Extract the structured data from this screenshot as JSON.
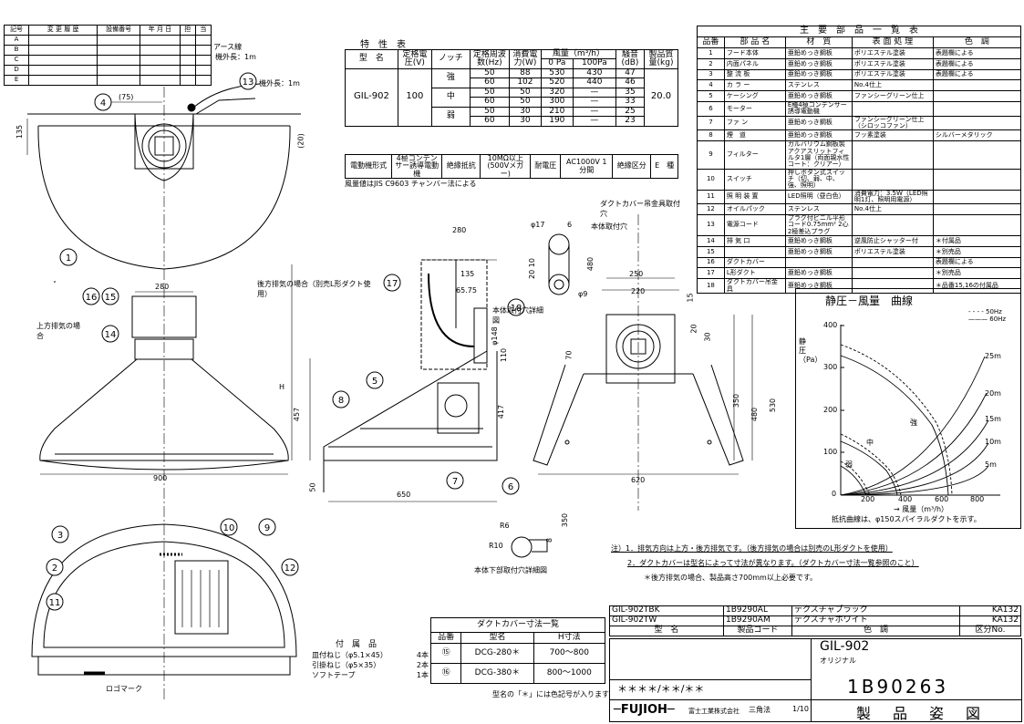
{
  "rev_table": {
    "headers": [
      "記号",
      "変 更 履 歴",
      "設備番号",
      "年 月 日",
      "担",
      "当"
    ],
    "marks": [
      "A",
      "B",
      "C",
      "D",
      "E"
    ]
  },
  "spec": {
    "title": "特　性　表",
    "h": {
      "model": "型　名",
      "voltage": "定格電圧(V)",
      "notch": "ノッチ",
      "freq": "定格周波数(Hz)",
      "power": "消費電力(W)",
      "airflow": "風量（m³/h）",
      "airflow_sub": [
        "0 Pa",
        "100Pa"
      ],
      "noise": "騒音(dB)",
      "mass": "製品質量(kg)"
    },
    "model": "GIL-902",
    "voltage": "100",
    "mass": "20.0",
    "rows": [
      {
        "notch": "強",
        "hz": "50",
        "w": "88",
        "a0": "530",
        "a100": "430",
        "db": "47"
      },
      {
        "notch": "",
        "hz": "60",
        "w": "102",
        "a0": "520",
        "a100": "440",
        "db": "46"
      },
      {
        "notch": "中",
        "hz": "50",
        "w": "50",
        "a0": "320",
        "a100": "—",
        "db": "35"
      },
      {
        "notch": "",
        "hz": "60",
        "w": "50",
        "a0": "300",
        "a100": "—",
        "db": "33"
      },
      {
        "notch": "弱",
        "hz": "50",
        "w": "30",
        "a0": "210",
        "a100": "—",
        "db": "25"
      },
      {
        "notch": "",
        "hz": "60",
        "w": "30",
        "a0": "190",
        "a100": "—",
        "db": "23"
      }
    ],
    "motor_label": "電動機形式",
    "motor": "4極コンデンサー誘導電動機",
    "ins_label": "絶縁抵抗",
    "ins": "10MΩ以上(500Vメガー)",
    "vw_label": "耐電圧",
    "vw": "AC1000V 1分間",
    "cls_label": "絶縁区分",
    "cls": "E　種",
    "note": "風量値はJIS C9603 チャンバー法による"
  },
  "parts": {
    "title": "主　要　部　品　一　覧　表",
    "headers": [
      "品番",
      "部 品 名",
      "材　質",
      "表 面 処 理",
      "色　調"
    ],
    "rows": [
      [
        "1",
        "フード本体",
        "亜鉛めっき鋼板",
        "ポリエステル塗装",
        "表題欄による"
      ],
      [
        "2",
        "内面パネル",
        "亜鉛めっき鋼板",
        "ポリエステル塗装",
        "表題欄による"
      ],
      [
        "3",
        "整 流 板",
        "亜鉛めっき鋼板",
        "ポリエステル塗装",
        "表題欄による"
      ],
      [
        "4",
        "カ ラ ー",
        "ステンレス",
        "No.4仕上",
        ""
      ],
      [
        "5",
        "ケーシング",
        "亜鉛めっき鋼板",
        "ファンシーグリーン仕上",
        ""
      ],
      [
        "6",
        "モーター",
        "E種4極コンデンサー誘導電動機",
        "",
        ""
      ],
      [
        "7",
        "ファ ン",
        "亜鉛めっき鋼板",
        "ファンシーグリーン仕上（シロッコファン）",
        ""
      ],
      [
        "8",
        "煙　道",
        "亜鉛めっき鋼板",
        "フッ素塗装",
        "シルバーメタリック"
      ],
      [
        "9",
        "フィルター",
        "ガルバリウム鋼板製アクアスリットフィルタ1層（両面親水性コート：クリアー）",
        "",
        ""
      ],
      [
        "10",
        "スイッチ",
        "押しボタン式スイッチ（切、弱、中、強、照明）",
        "",
        ""
      ],
      [
        "11",
        "照 明 装 置",
        "LED照明（昼白色）",
        "消費電力：3.5W（LED照明1灯、照明用電源）",
        ""
      ],
      [
        "12",
        "オイルパック",
        "ステンレス",
        "No.4仕上",
        ""
      ],
      [
        "13",
        "電源コード",
        "プラグ付ビニル平形コード0.75mm² 2心　2極差込プラグ",
        "",
        ""
      ],
      [
        "14",
        "排 気 口",
        "亜鉛めっき鋼板",
        "逆風防止シャッター付",
        "＊付属品"
      ],
      [
        "15",
        "",
        "亜鉛めっき鋼板",
        "ポリエステル塗装",
        "＊別売品"
      ],
      [
        "16",
        "ダクトカバー",
        "",
        "",
        "表題欄による"
      ],
      [
        "17",
        "L形ダクト",
        "亜鉛めっき鋼板",
        "",
        "＊別売品"
      ],
      [
        "18",
        "ダクトカバー吊金具",
        "亜鉛めっき鋼板",
        "",
        "＊品番15,16の付属品"
      ]
    ]
  },
  "curve": {
    "title": "静圧－風量　曲線",
    "leg50": "50Hz",
    "leg60": "60Hz",
    "ylabel": "静圧（Pa）",
    "xlabel": "→ 風量（m³/h）",
    "yticks": [
      "0",
      "100",
      "200",
      "300",
      "400"
    ],
    "xticks": [
      "200",
      "400",
      "600",
      "800"
    ],
    "lengths": [
      "25m",
      "20m",
      "15m",
      "10m",
      "5m"
    ],
    "notch": [
      "強",
      "中",
      "弱"
    ],
    "note": "抵抗曲線は、φ150スパイラルダクトを示す。"
  },
  "notes": {
    "l1": "注）1．排気方向は上方・後方排気です。（後方排気の場合は別売のL形ダクトを使用）",
    "l2": "2．ダクトカバーは型名によって寸法が異なります。（ダクトカバー寸法一覧参照のこと）",
    "l3": "＊後方排気の場合、製品高さ700mm以上必要です。"
  },
  "acc": {
    "title": "付　属　品",
    "rows": [
      [
        "皿付ねじ（φ5.1×45）",
        "4本"
      ],
      [
        "引掛ねじ（φ5×35）",
        "2本"
      ],
      [
        "ソフトテープ",
        "1本"
      ]
    ]
  },
  "ductcover": {
    "title": "ダクトカバー寸法一覧",
    "headers": [
      "品番",
      "型名",
      "H寸法"
    ],
    "rows": [
      [
        "⑮",
        "DCG-280＊",
        "700～800"
      ],
      [
        "⑯",
        "DCG-380＊",
        "800～1000"
      ]
    ],
    "note": "型名の「＊」には色記号が入ります"
  },
  "titleblock": {
    "rows": [
      [
        "GIL-902TBK",
        "1B9290AL",
        "テクスチャブラック",
        "KA132"
      ],
      [
        "GIL-902TW",
        "1B9290AM",
        "テクスチャホワイト",
        "KA132"
      ]
    ],
    "h": [
      "型　名",
      "製品コード",
      "色　調",
      "区分No."
    ],
    "model": "GIL-902",
    "sub": "オリジナル",
    "date": "＊＊＊＊/＊＊/＊＊",
    "drawing_no": "1B90263",
    "brand": "FUJIOH",
    "company": "富士工業株式会社",
    "method": "三角法",
    "scale": "1/10",
    "title": "製　品　姿　図"
  },
  "labels": {
    "earth": "アース線",
    "earth_len": "機外長：1m",
    "cord_len": "機外長：1m",
    "up_exhaust": "上方排気の場合",
    "rear_exhaust": "後方排気の場合（別売L形ダクト使用）",
    "mount_detail": "本体取付穴詳細図",
    "bottom_detail": "本体下部取付穴詳細図",
    "hanger": "ダクトカバー吊金具取付穴",
    "body_hole": "本体取付穴",
    "logo": "ロゴマーク"
  },
  "dims": {
    "d75": "(75)",
    "d135": "135",
    "d20": "(20)",
    "d280": "280",
    "d900": "900",
    "d457": "457",
    "H": "H",
    "d50": "50",
    "d650": "650",
    "d417": "417",
    "d110": "110",
    "d148": "φ148",
    "d135b": "135",
    "d6575": "65.75",
    "d280b": "280",
    "d250": "250",
    "d220": "220",
    "d15": "15",
    "d30": "30",
    "d20b": "20",
    "d70": "70",
    "d350": "350",
    "d480": "480",
    "d530": "530",
    "d620": "620",
    "d17": "φ17",
    "d6": "6",
    "d9": "φ9",
    "d2010": "20 10",
    "d480b": "480",
    "r6": "R6",
    "r10": "R10",
    "d350b": "350",
    "d8": "8"
  }
}
